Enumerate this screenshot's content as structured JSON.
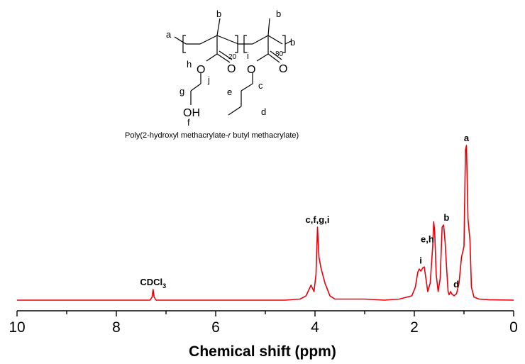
{
  "chart_data": {
    "type": "line",
    "xlabel": "Chemical shift (ppm)",
    "ylabel": "",
    "xlim": [
      10,
      0
    ],
    "x_reversed": true,
    "x_ticks": [
      "10",
      "8",
      "6",
      "4",
      "2",
      "0"
    ],
    "tick_values": [
      10,
      8,
      6,
      4,
      2,
      0
    ],
    "line_color": "#e8000b",
    "series": [
      {
        "points": [
          [
            10.0,
            0.0
          ],
          [
            9.0,
            0.0
          ],
          [
            8.0,
            0.0
          ],
          [
            7.5,
            0.0
          ],
          [
            7.32,
            0.0
          ],
          [
            7.28,
            0.015
          ],
          [
            7.26,
            0.05
          ],
          [
            7.24,
            0.015
          ],
          [
            7.2,
            0.0
          ],
          [
            6.5,
            0.0
          ],
          [
            5.5,
            0.0
          ],
          [
            4.6,
            0.0
          ],
          [
            4.3,
            0.005
          ],
          [
            4.18,
            0.02
          ],
          [
            4.12,
            0.05
          ],
          [
            4.08,
            0.07
          ],
          [
            4.02,
            0.04
          ],
          [
            3.98,
            0.12
          ],
          [
            3.95,
            0.34
          ],
          [
            3.92,
            0.2
          ],
          [
            3.88,
            0.15
          ],
          [
            3.8,
            0.08
          ],
          [
            3.7,
            0.02
          ],
          [
            3.6,
            0.005
          ],
          [
            3.4,
            0.005
          ],
          [
            3.0,
            0.005
          ],
          [
            2.6,
            0.0
          ],
          [
            2.3,
            0.005
          ],
          [
            2.05,
            0.02
          ],
          [
            1.98,
            0.06
          ],
          [
            1.93,
            0.13
          ],
          [
            1.9,
            0.145
          ],
          [
            1.87,
            0.135
          ],
          [
            1.83,
            0.15
          ],
          [
            1.8,
            0.155
          ],
          [
            1.76,
            0.09
          ],
          [
            1.73,
            0.04
          ],
          [
            1.68,
            0.08
          ],
          [
            1.63,
            0.25
          ],
          [
            1.61,
            0.365
          ],
          [
            1.59,
            0.32
          ],
          [
            1.56,
            0.12
          ],
          [
            1.52,
            0.04
          ],
          [
            1.48,
            0.1
          ],
          [
            1.44,
            0.34
          ],
          [
            1.41,
            0.35
          ],
          [
            1.38,
            0.27
          ],
          [
            1.35,
            0.15
          ],
          [
            1.32,
            0.04
          ],
          [
            1.3,
            0.025
          ],
          [
            1.27,
            0.04
          ],
          [
            1.25,
            0.03
          ],
          [
            1.2,
            0.02
          ],
          [
            1.15,
            0.03
          ],
          [
            1.1,
            0.08
          ],
          [
            1.05,
            0.2
          ],
          [
            1.0,
            0.25
          ],
          [
            0.97,
            0.7
          ],
          [
            0.95,
            0.72
          ],
          [
            0.92,
            0.38
          ],
          [
            0.88,
            0.28
          ],
          [
            0.85,
            0.06
          ],
          [
            0.8,
            0.015
          ],
          [
            0.7,
            0.005
          ],
          [
            0.5,
            0.002
          ],
          [
            0.0,
            0.0
          ]
        ]
      }
    ],
    "annotations": [
      {
        "text": "a",
        "x": 0.95
      },
      {
        "text": "b",
        "x": 1.41
      },
      {
        "text": "d",
        "x": 1.27
      },
      {
        "text": "e,h",
        "x": 1.68
      },
      {
        "text": "i",
        "x": 1.87
      },
      {
        "text": "c,f,g,i",
        "x": 3.95
      },
      {
        "text": "CDCl",
        "subscript": "3",
        "x": 7.26
      }
    ]
  },
  "structure": {
    "caption_part1": "Poly(2-hydroxyl methacrylate-",
    "caption_italic": "r",
    "caption_part2": " butyl methacrylate)",
    "labels": {
      "a": "a",
      "b1": "b",
      "b2": "b",
      "b3": "b",
      "c": "c",
      "d": "d",
      "e": "e",
      "f": "f",
      "g": "g",
      "h": "h",
      "i": "i",
      "j": "j"
    },
    "atoms": {
      "o1": "O",
      "o2": "O",
      "o3": "O",
      "o4": "O",
      "oh": "OH"
    },
    "subscripts": {
      "n1": "20",
      "n2": "80"
    }
  }
}
